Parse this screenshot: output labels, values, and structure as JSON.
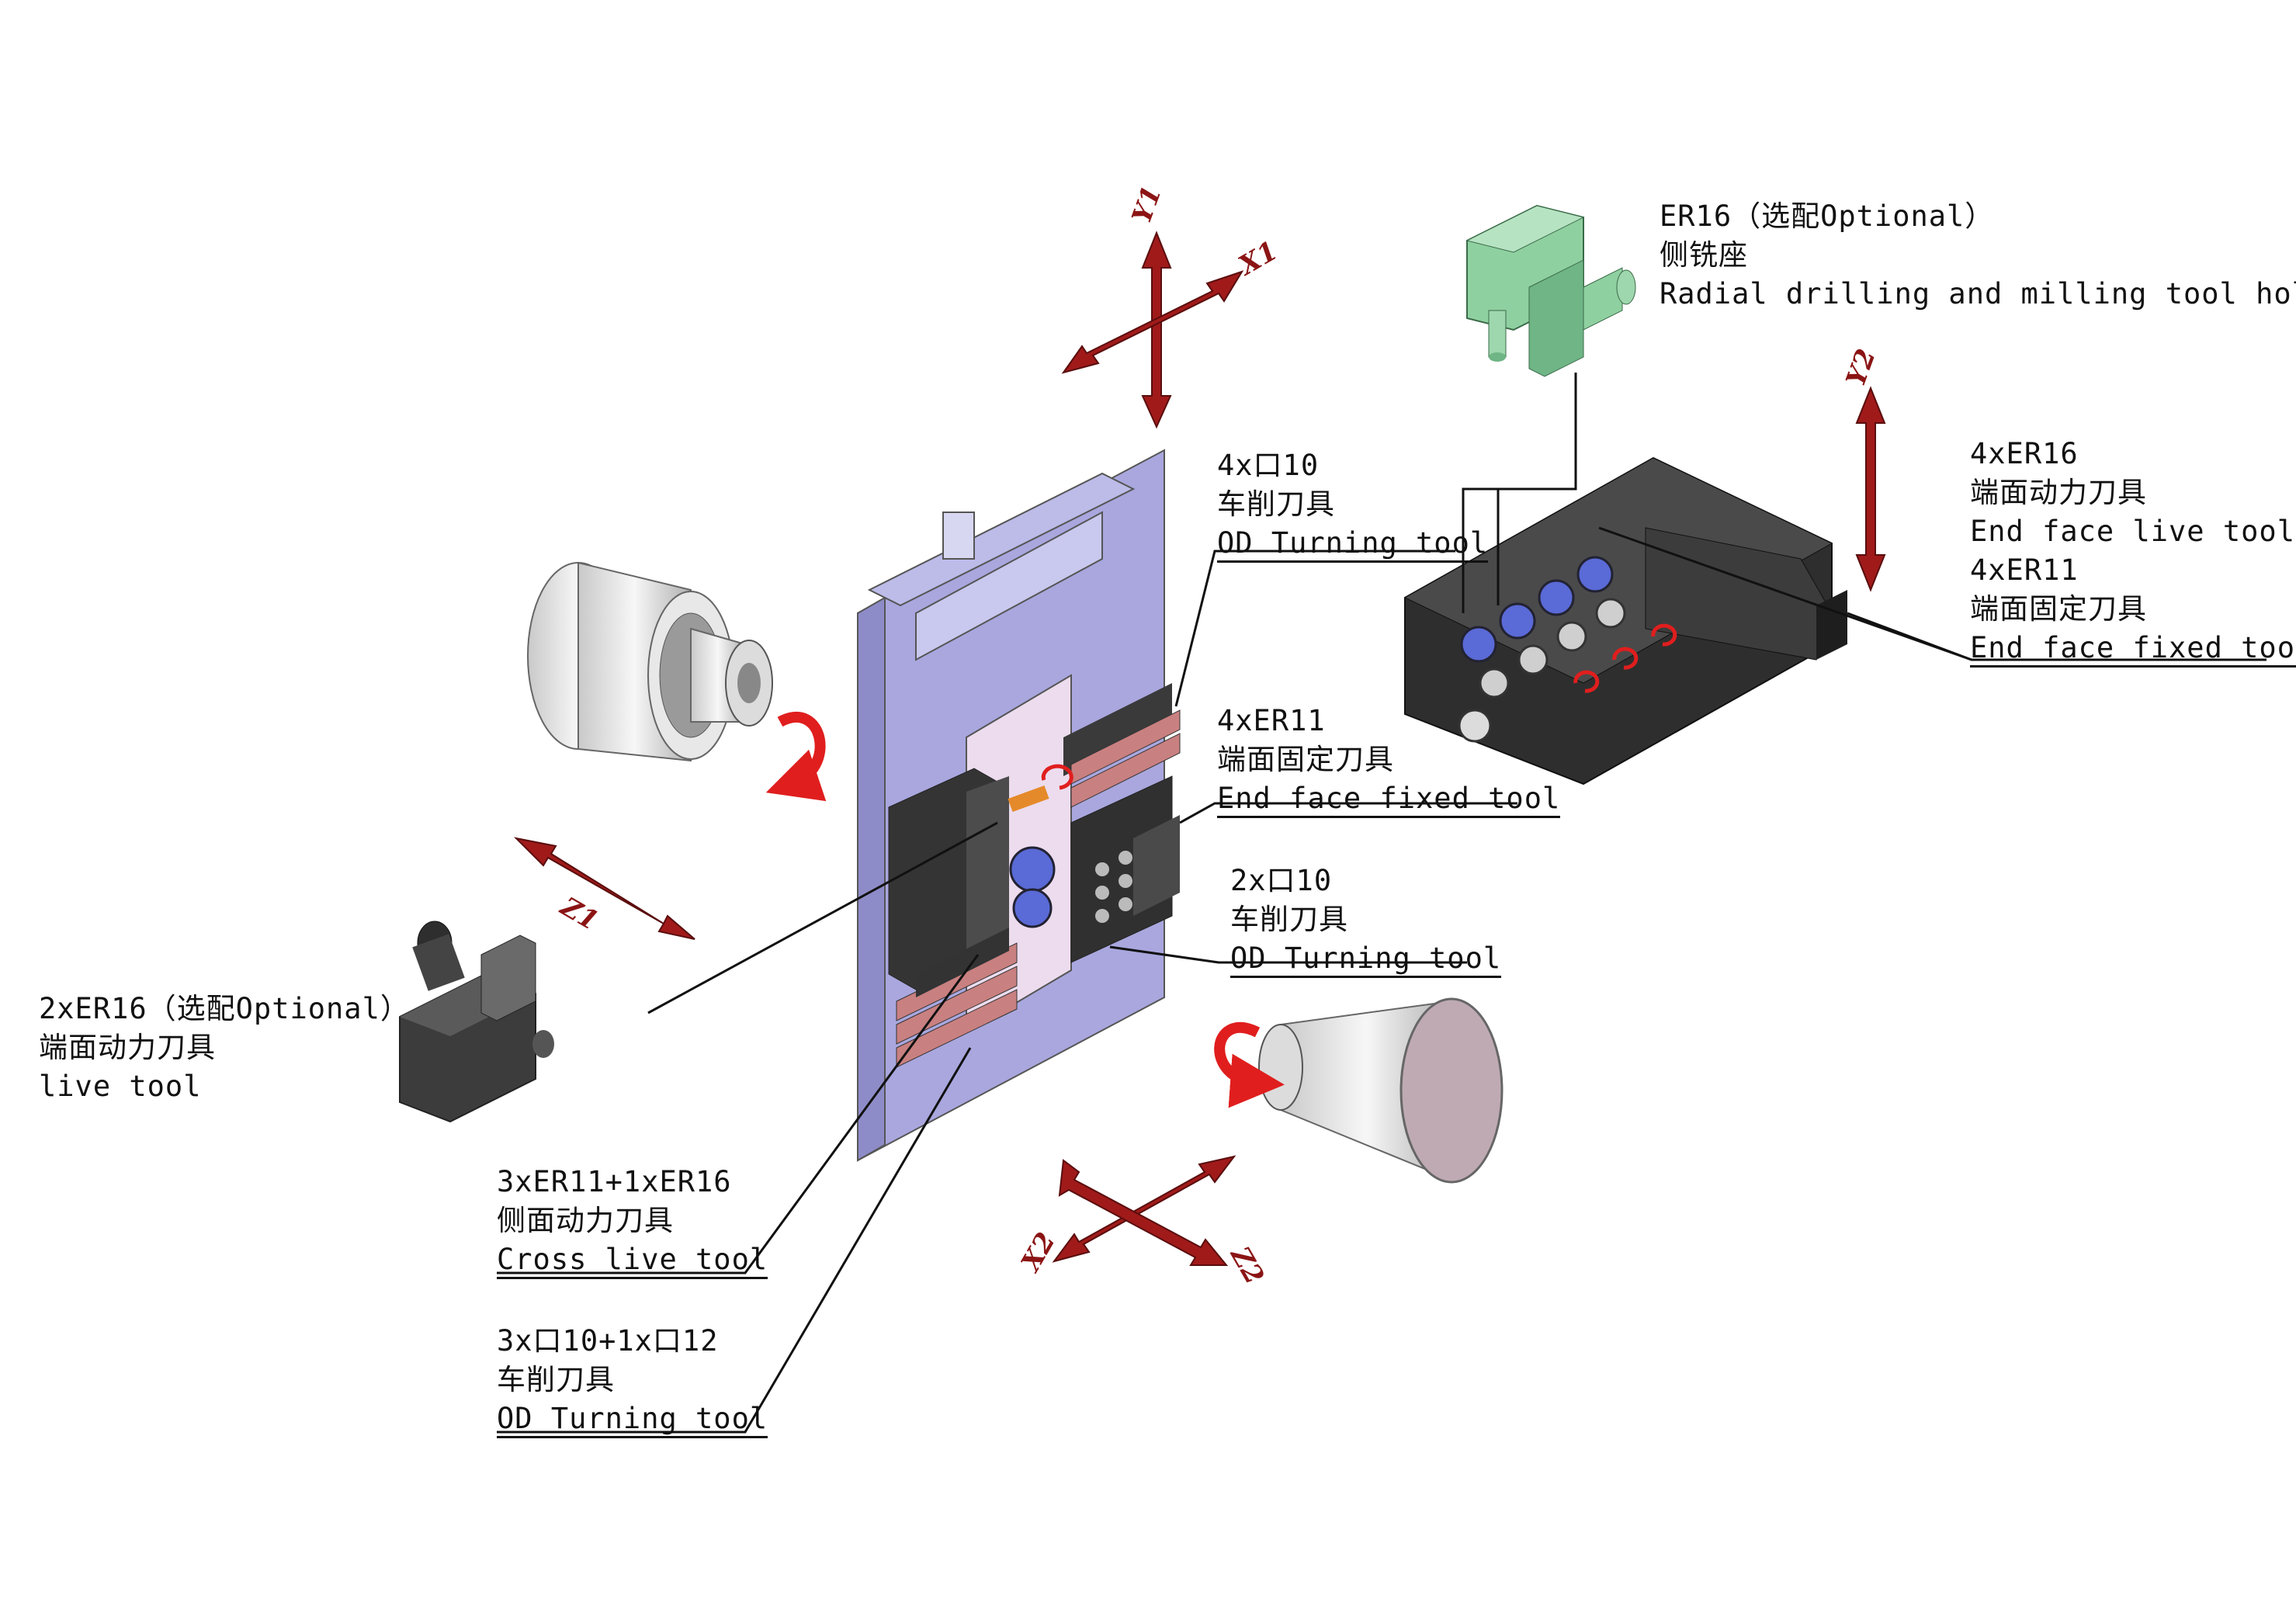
{
  "axes": {
    "y1": "Y1",
    "x1": "X1",
    "y2": "Y2",
    "z1": "Z1",
    "x2": "X2",
    "z2": "Z2"
  },
  "labels": {
    "radial_holder": {
      "line1": "ER16（选配Optional）",
      "line2": "侧铣座",
      "line3": "Radial drilling and milling tool holder"
    },
    "od_turning_top": {
      "line1": "4x口10",
      "line2": "车削刀具",
      "line3": "OD Turning tool"
    },
    "end_face_fixed_mid": {
      "line1": "4xER11",
      "line2": "端面固定刀具",
      "line3": "End face fixed tool"
    },
    "od_turning_mid": {
      "line1": "2x口10",
      "line2": "车削刀具",
      "line3": "OD Turning tool"
    },
    "right_block": {
      "line1": "4xER16",
      "line2": "端面动力刀具",
      "line3": "End face live tool",
      "line4": "4xER11",
      "line5": "端面固定刀具",
      "line6": "End face fixed tool"
    },
    "live_tool_left": {
      "line1": "2xER16（选配Optional）",
      "line2": "端面动力刀具",
      "line3": "live tool"
    },
    "cross_live": {
      "line1": "3xER11+1xER16",
      "line2": "侧面动力刀具",
      "line3": "Cross live tool"
    },
    "od_turning_bottom": {
      "line1": "3x口10+1x口12",
      "line2": "车削刀具",
      "line3": "OD Turning tool"
    }
  },
  "colors": {
    "axis_arrow": "#a01a1a",
    "plate": "#b9b8e6",
    "plate_dark": "#8f8dc6",
    "tool_dark": "#3a3a3a",
    "rotation_arrow": "#e01e1e",
    "holder_green": "#8fd0a0",
    "text": "#111111"
  }
}
